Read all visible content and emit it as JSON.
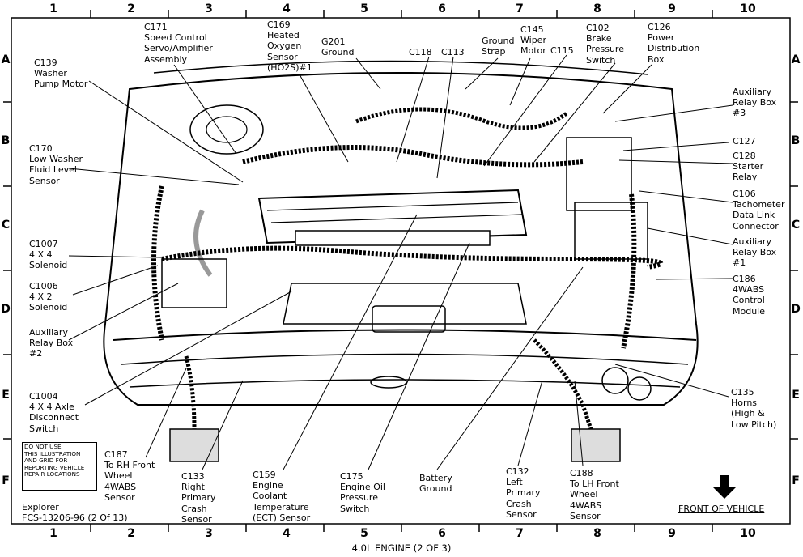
{
  "grid": {
    "numbers": [
      "1",
      "2",
      "3",
      "4",
      "5",
      "6",
      "7",
      "8",
      "9",
      "10"
    ],
    "letters": [
      "A",
      "B",
      "C",
      "D",
      "E",
      "F"
    ]
  },
  "labels": {
    "c171": "C171\nSpeed Control\nServo/Amplifier\nAssembly",
    "c169": "C169\nHeated\nOxygen\nSensor\n(HO2S)#1",
    "g201": "G201\nGround",
    "c118": "C118",
    "c113": "C113",
    "ground_strap": "Ground\nStrap",
    "c145": "C145\nWiper\nMotor",
    "c115": "C115",
    "c102": "C102\nBrake\nPressure\nSwitch",
    "c126": "C126\nPower\nDistribution\nBox",
    "c139": "C139\nWasher\nPump Motor",
    "aux3": "Auxiliary\nRelay Box\n#3",
    "c170": "C170\nLow Washer\nFluid Level\nSensor",
    "c127": "C127",
    "c128": "C128\nStarter\nRelay",
    "c106": "C106\nTachometer\nData Link\nConnector",
    "c1007": "C1007\n4 X 4\nSolenoid",
    "aux1": "Auxiliary\nRelay Box\n#1",
    "c1006": "C1006\n4 X 2\nSolenoid",
    "c186": "C186\n4WABS\nControl\nModule",
    "aux2": "Auxiliary\nRelay Box\n#2",
    "c1004": "C1004\n4 X 4 Axle\nDisconnect\nSwitch",
    "c135": "C135\nHorns\n(High &\nLow Pitch)",
    "c187": "C187\nTo RH Front\nWheel\n4WABS\nSensor",
    "c133": "C133\nRight\nPrimary\nCrash\nSensor",
    "c159": "C159\nEngine\nCoolant\nTemperature\n(ECT) Sensor",
    "c175": "C175\nEngine Oil\nPressure\nSwitch",
    "battery_ground": "Battery\nGround",
    "c132": "C132\nLeft\nPrimary\nCrash\nSensor",
    "c188": "C188\nTo LH Front\nWheel\n4WABS\nSensor"
  },
  "notice": "DO NOT USE\nTHIS ILLUSTRATION\nAND GRID FOR\nREPORTING VEHICLE\nREPAIR LOCATIONS",
  "caption": "Explorer\nFCS-13206-96 (2 Of 13)",
  "front_of_vehicle": "FRONT OF VEHICLE",
  "title": "4.0L ENGINE (2 OF 3)"
}
